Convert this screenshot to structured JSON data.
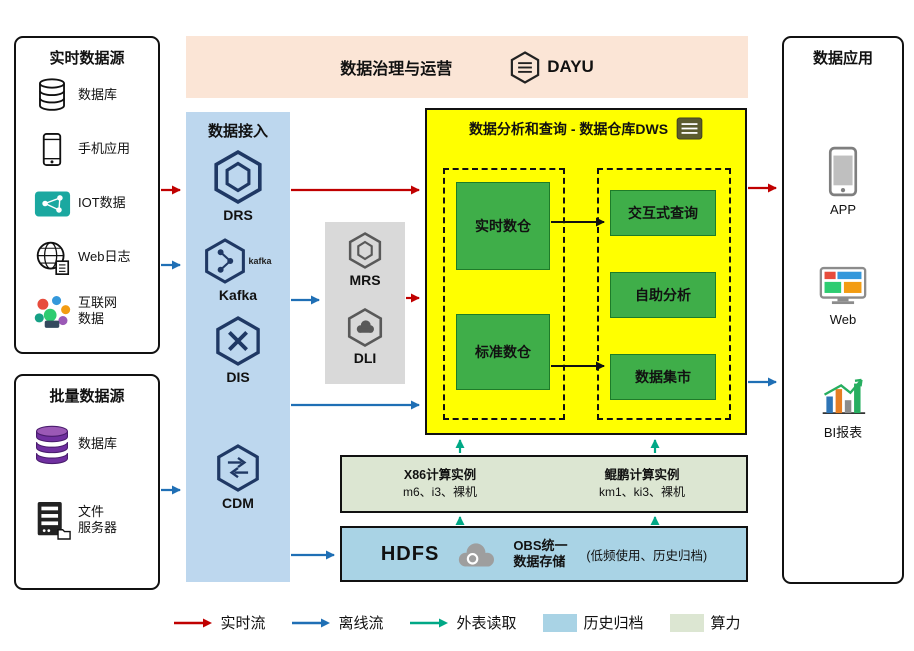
{
  "colors": {
    "realtime_flow": "#c00000",
    "offline_flow": "#1f6fb5",
    "external_table_read": "#00a886",
    "history_archive": "#a9d3e5",
    "compute_power": "#dce6d2",
    "dws_panel": "#ffff00",
    "ingestion_panel": "#bdd7ee",
    "governance_banner": "#fbe5d6",
    "module_green": "#3fae49"
  },
  "banner": {
    "title": "数据治理与运营",
    "logo_text": "DAYU"
  },
  "realtime_sources": {
    "title": "实时数据源",
    "items": [
      {
        "icon": "database-icon",
        "label": "数据库"
      },
      {
        "icon": "phone-icon",
        "label": "手机应用"
      },
      {
        "icon": "iot-icon",
        "label": "IOT数据"
      },
      {
        "icon": "globe-icon",
        "label": "Web日志"
      },
      {
        "icon": "internet-icon",
        "label": "互联网\n数据"
      }
    ]
  },
  "batch_sources": {
    "title": "批量数据源",
    "items": [
      {
        "icon": "database-stack-icon",
        "label": "数据库"
      },
      {
        "icon": "file-server-icon",
        "label": "文件\n服务器"
      }
    ]
  },
  "ingestion": {
    "title": "数据接入",
    "items": [
      {
        "icon": "drs-icon",
        "label": "DRS"
      },
      {
        "icon": "kafka-icon",
        "label": "Kafka",
        "logo_text": "kafka"
      },
      {
        "icon": "dis-icon",
        "label": "DIS"
      },
      {
        "icon": "cdm-icon",
        "label": "CDM"
      }
    ]
  },
  "processing": {
    "items": [
      {
        "icon": "mrs-icon",
        "label": "MRS"
      },
      {
        "icon": "dli-icon",
        "label": "DLI"
      }
    ]
  },
  "dws": {
    "title": "数据分析和查询 - 数据仓库DWS",
    "warehouses": [
      {
        "label": "实时数仓"
      },
      {
        "label": "标准数仓"
      }
    ],
    "services": [
      {
        "label": "交互式查询"
      },
      {
        "label": "自助分析"
      },
      {
        "label": "数据集市"
      }
    ]
  },
  "compute": {
    "groups": [
      {
        "title": "X86计算实例",
        "subtitle": "m6、i3、裸机"
      },
      {
        "title": "鲲鹏计算实例",
        "subtitle": "km1、ki3、裸机"
      }
    ]
  },
  "storage": {
    "hdfs": "HDFS",
    "obs": "OBS统一\n数据存储",
    "note": "(低频使用、历史归档)"
  },
  "applications": {
    "title": "数据应用",
    "items": [
      {
        "icon": "app-icon",
        "label": "APP"
      },
      {
        "icon": "web-icon",
        "label": "Web"
      },
      {
        "icon": "bi-icon",
        "label": "BI报表"
      }
    ]
  },
  "legend": {
    "items": [
      {
        "kind": "arrow",
        "color": "#c00000",
        "label": "实时流"
      },
      {
        "kind": "arrow",
        "color": "#1f6fb5",
        "label": "离线流"
      },
      {
        "kind": "arrow",
        "color": "#00a886",
        "label": "外表读取"
      },
      {
        "kind": "swatch",
        "color": "#a9d3e5",
        "label": "历史归档"
      },
      {
        "kind": "swatch",
        "color": "#dce6d2",
        "label": "算力"
      }
    ]
  }
}
